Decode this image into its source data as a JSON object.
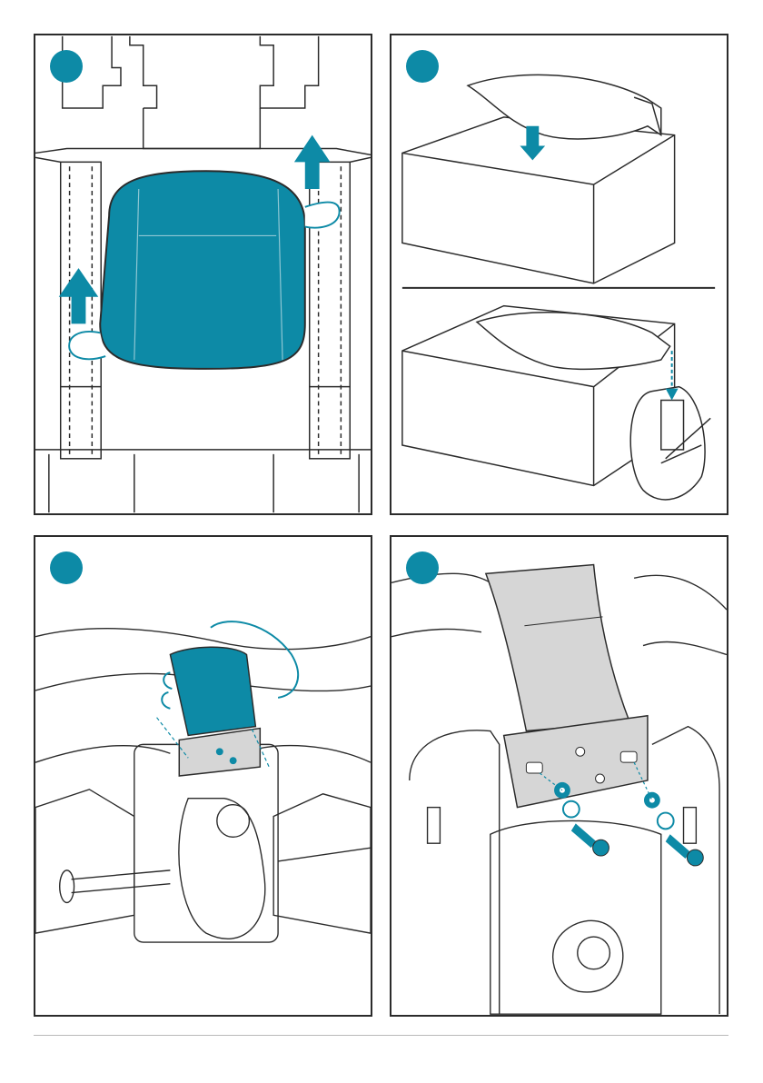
{
  "page": {
    "type": "assembly-instructions",
    "accent_color": "#0d8aa6",
    "line_color": "#2b2b2b",
    "part_gray": "#d6d6d6"
  },
  "steps": [
    {
      "id": 1,
      "label": "",
      "scene": "seat-cushion-lifted-from-foam-packaging",
      "arrows": [
        "up-arrow",
        "up-arrow"
      ]
    },
    {
      "id": 2,
      "label": "",
      "scene": "backrest-placed-on-box-then-bracket-aligned-to-seat-mechanism",
      "arrows": [
        "down-arrow",
        "down-arrow"
      ]
    },
    {
      "id": 3,
      "label": "",
      "scene": "backrest-bracket-inserted-into-seat-mechanism",
      "arrows": []
    },
    {
      "id": 4,
      "label": "",
      "scene": "bracket-fastened-with-two-bolts-and-washers",
      "arrows": []
    }
  ]
}
